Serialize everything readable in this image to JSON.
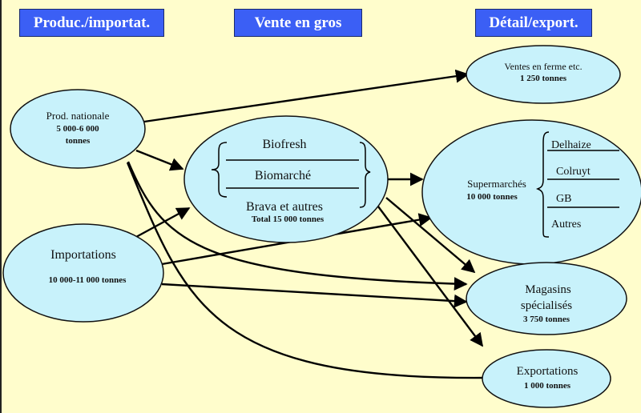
{
  "columns": [
    {
      "label": "Produc./importat."
    },
    {
      "label": "Vente en gros"
    },
    {
      "label": "Détail/export."
    }
  ],
  "colors": {
    "background": "#fffdcc",
    "header": "#3b5ff5",
    "node_fill": "#c8f2fb",
    "stroke": "#000000"
  },
  "nodes": {
    "prod_nationale": {
      "title": "Prod.  nationale",
      "amount_line1": "5 000-6 000",
      "amount_line2": "tonnes"
    },
    "importations": {
      "title": "Importations",
      "amount": "10 000-11 000 tonnes"
    },
    "grossistes": {
      "items": [
        "Biofresh",
        "Biomarché",
        "Brava et autres"
      ],
      "total": "Total 15 000 tonnes"
    },
    "ventes_ferme": {
      "title": "Ventes en ferme etc.",
      "amount": "1 250 tonnes"
    },
    "supermarches": {
      "title": "Supermarchés",
      "amount": "10 000 tonnes",
      "chains": [
        "Delhaize",
        "Colruyt",
        "GB",
        "Autres"
      ]
    },
    "magasins": {
      "title_line1": "Magasins",
      "title_line2": "spécialisés",
      "amount": "3 750 tonnes"
    },
    "exportations": {
      "title": "Exportations",
      "amount": "1 000 tonnes"
    }
  },
  "edges": [
    {
      "from": "prod_nationale",
      "to": "ventes_ferme"
    },
    {
      "from": "prod_nationale",
      "to": "grossistes"
    },
    {
      "from": "prod_nationale",
      "to": "magasins"
    },
    {
      "from": "prod_nationale",
      "to": "exportations"
    },
    {
      "from": "importations",
      "to": "grossistes"
    },
    {
      "from": "importations",
      "to": "supermarches"
    },
    {
      "from": "importations",
      "to": "magasins"
    },
    {
      "from": "grossistes",
      "to": "supermarches"
    },
    {
      "from": "grossistes",
      "to": "magasins"
    },
    {
      "from": "grossistes",
      "to": "exportations"
    }
  ]
}
